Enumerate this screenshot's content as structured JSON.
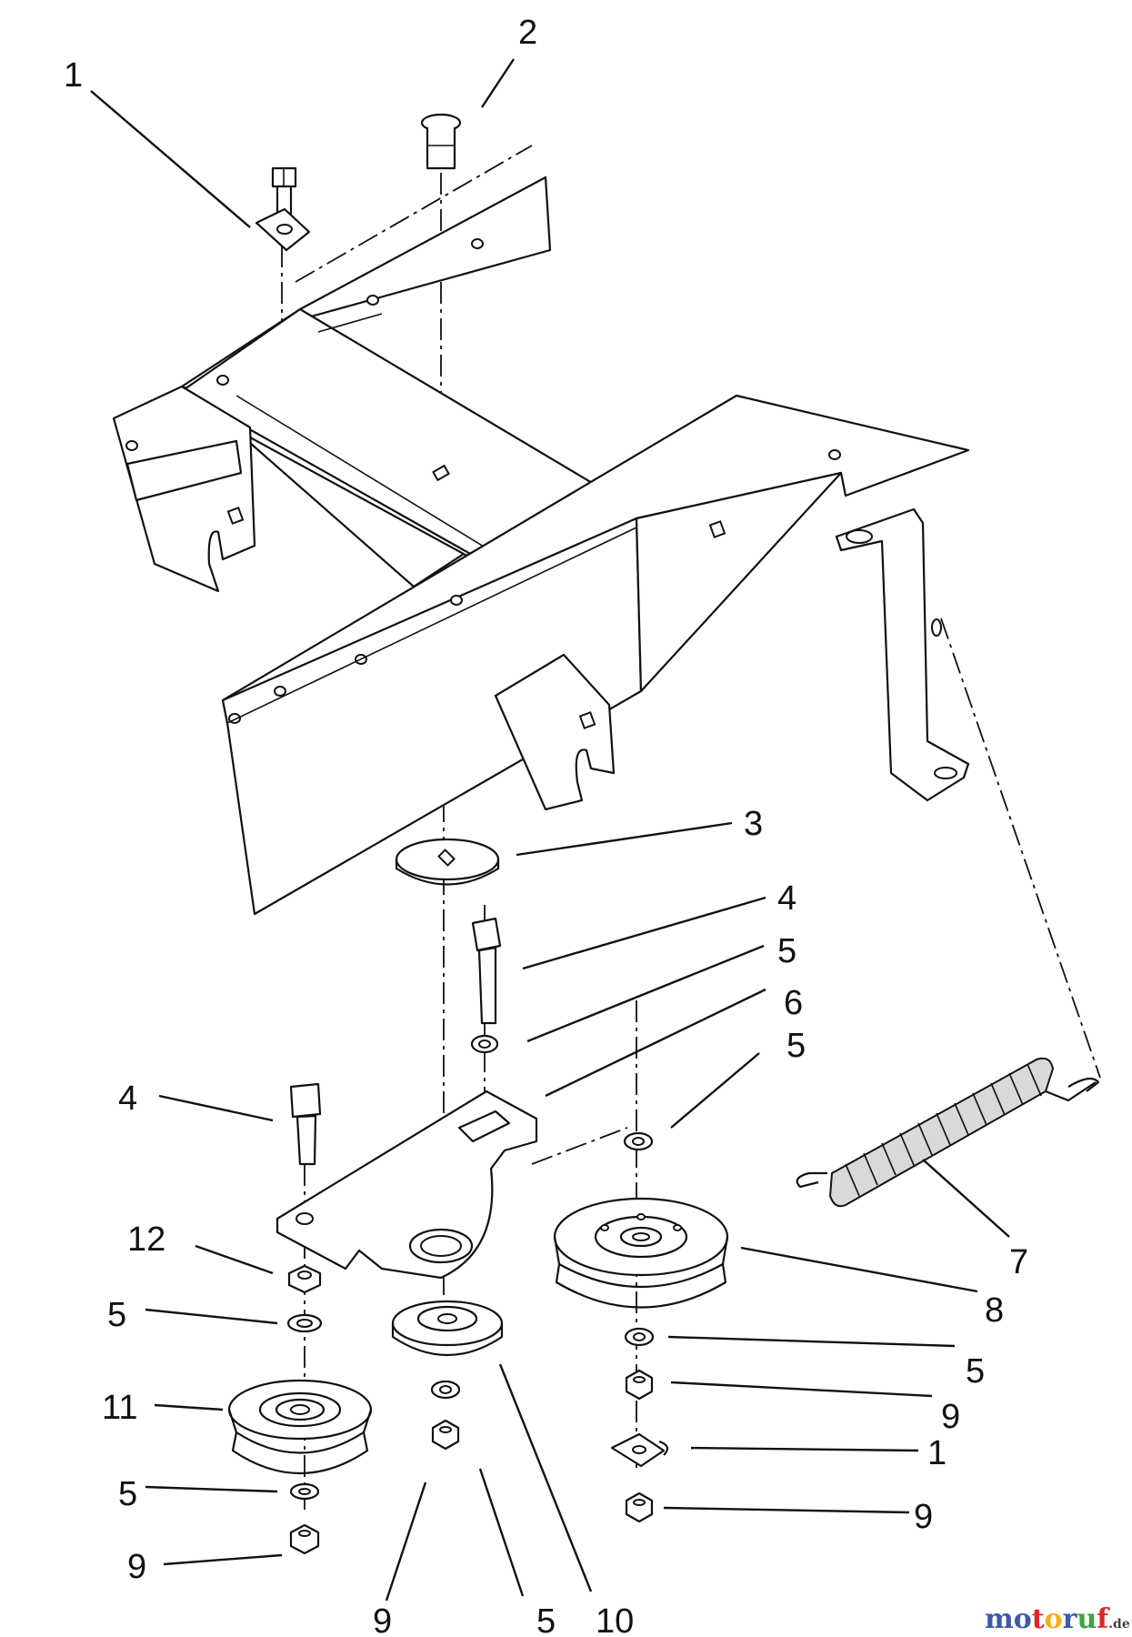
{
  "callouts": [
    {
      "label": "1"
    },
    {
      "label": "2"
    },
    {
      "label": "3"
    },
    {
      "label": "4"
    },
    {
      "label": "5"
    },
    {
      "label": "6"
    },
    {
      "label": "5"
    },
    {
      "label": "4"
    },
    {
      "label": "7"
    },
    {
      "label": "12"
    },
    {
      "label": "8"
    },
    {
      "label": "5"
    },
    {
      "label": "5"
    },
    {
      "label": "9"
    },
    {
      "label": "11"
    },
    {
      "label": "1"
    },
    {
      "label": "5"
    },
    {
      "label": "9"
    },
    {
      "label": "9"
    },
    {
      "label": "9"
    },
    {
      "label": "5"
    },
    {
      "label": "10"
    }
  ],
  "watermark": {
    "letters": [
      "m",
      "o",
      "t",
      "o",
      "r",
      "u",
      "f"
    ],
    "letter_colors": [
      "#3b5aa8",
      "#3b5aa8",
      "#e0242b",
      "#f2b11b",
      "#3b5aa8",
      "#3ba244",
      "#e0242b"
    ],
    "suffix": ".de"
  }
}
